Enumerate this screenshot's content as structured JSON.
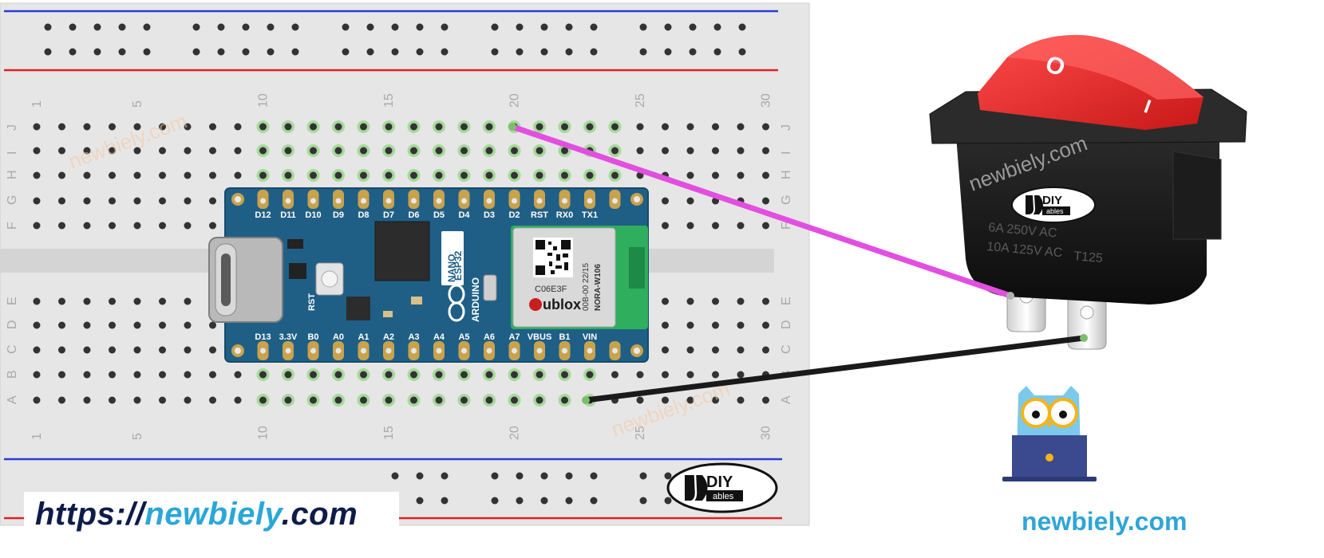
{
  "breadboard": {
    "column_numbers": [
      "1",
      "5",
      "10",
      "15",
      "20",
      "25",
      "30"
    ],
    "row_letters_top": [
      "J",
      "I",
      "H",
      "G",
      "F"
    ],
    "row_letters_bottom": [
      "E",
      "D",
      "C",
      "B",
      "A"
    ]
  },
  "board": {
    "top_pin_labels": [
      "D12",
      "D11",
      "D10",
      "D9",
      "D8",
      "D7",
      "D6",
      "D5",
      "D4",
      "D3",
      "D2",
      "RST",
      "RX0",
      "TX1"
    ],
    "bottom_pin_labels": [
      "D13",
      "3.3V",
      "B0",
      "A0",
      "A1",
      "A2",
      "A3",
      "A4",
      "A5",
      "A6",
      "A7",
      "VBUS",
      "B1",
      "VIN"
    ],
    "model_line1": "NANO",
    "model_line2": "ESP32",
    "brand": "ARDUINO",
    "reset_label": "RST",
    "module_code": "C06E3F",
    "module_id": "00B-00 22/15",
    "module_name": "NORA-W106",
    "module_brand": "ublox"
  },
  "switch": {
    "off_symbol": "O",
    "on_symbol": "I",
    "rating_line1": "6A 250V AC",
    "rating_line2": "10A 125V AC",
    "rating_code": "T125"
  },
  "wires": {
    "pink_color": "#e24fe0",
    "black_color": "#1a1a1a"
  },
  "logos": {
    "diy_top": "DIY",
    "diy_bottom": "ables"
  },
  "watermark": "newbiely.com",
  "footer": {
    "url_prefix": "https://",
    "url_domain": "newbiely",
    "url_suffix": ".com",
    "brand_text": "newbiely.com"
  }
}
